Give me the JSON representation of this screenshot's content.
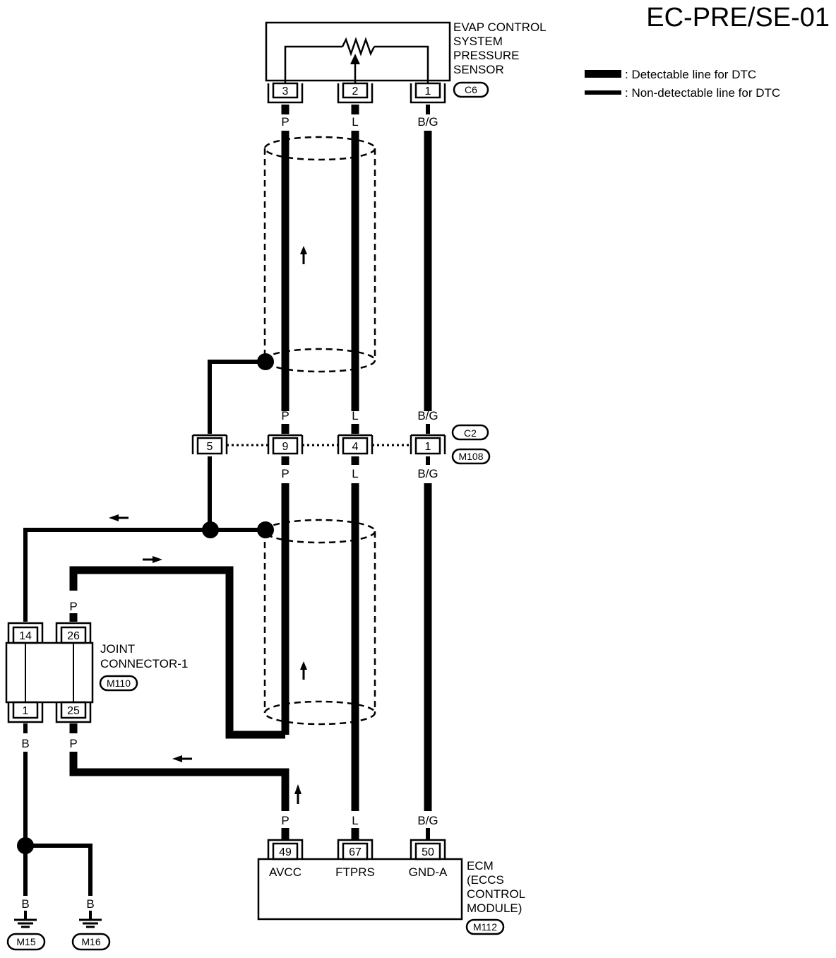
{
  "title": "EC-PRE/SE-01",
  "legend": {
    "detectable": ": Detectable line for DTC",
    "non_detectable": ": Non-detectable line for DTC"
  },
  "sensor": {
    "name_lines": [
      "EVAP CONTROL",
      "SYSTEM",
      "PRESSURE",
      "SENSOR"
    ],
    "connector": "C6",
    "pins": [
      "3",
      "2",
      "1"
    ],
    "wire_colors": [
      "P",
      "L",
      "B/G"
    ]
  },
  "harness_connector": {
    "ids": [
      "C2",
      "M108"
    ],
    "pins": [
      "5",
      "9",
      "4",
      "1"
    ],
    "colors_top": [
      "P",
      "L",
      "B/G"
    ],
    "colors_bottom": [
      "P",
      "L",
      "B/G"
    ]
  },
  "joint_connector": {
    "name_lines": [
      "JOINT",
      "CONNECTOR-1"
    ],
    "connector": "M110",
    "pins_top": [
      "14",
      "26"
    ],
    "pins_bottom": [
      "1",
      "25"
    ],
    "color_top": "P",
    "colors_bottom": [
      "B",
      "P"
    ]
  },
  "ecm": {
    "name_lines": [
      "ECM",
      "(ECCS",
      "CONTROL",
      "MODULE)"
    ],
    "connector": "M112",
    "pins": [
      "49",
      "67",
      "50"
    ],
    "terminals": [
      "AVCC",
      "FTPRS",
      "GND-A"
    ],
    "wire_colors": [
      "P",
      "L",
      "B/G"
    ]
  },
  "grounds": {
    "colors": [
      "B",
      "B"
    ],
    "connectors": [
      "M15",
      "M16"
    ]
  }
}
